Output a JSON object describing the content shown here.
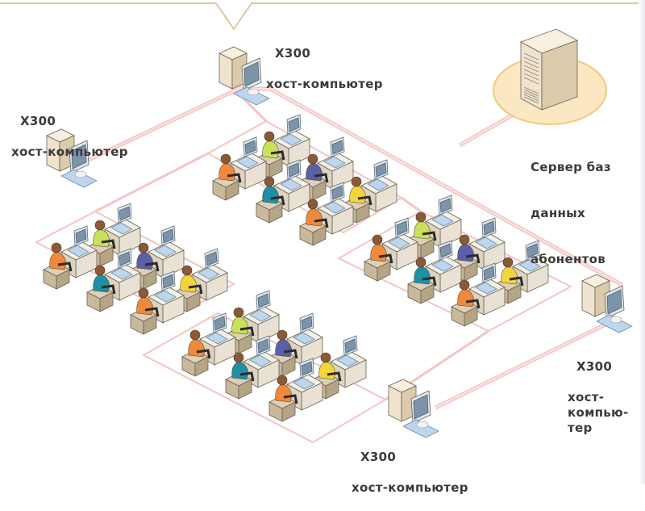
{
  "diagram": {
    "colors": {
      "cable": "#f4c4c4",
      "cable_inner": "#fbe3e3",
      "callout_border": "#dcc9a4",
      "server_halo": "#fbe7c2",
      "server_halo_border": "#f0c97a",
      "case": "#efe3cf",
      "case_side": "#dccbaa",
      "monitor_screen": "#7d93a8",
      "keyboard": "#bcd6ee",
      "desk": "#e9e2d4",
      "seat": "#c9b89c",
      "text": "#3a3a3a"
    },
    "hosts": [
      {
        "id": "host-top",
        "model": "X300",
        "role": "хост-компьютер"
      },
      {
        "id": "host-left",
        "model": "X300",
        "role": "хост-компьютер"
      },
      {
        "id": "host-right",
        "model": "X300",
        "role": "хост-\nкомпью-\nтер"
      },
      {
        "id": "host-bottom",
        "model": "X300",
        "role": "хост-компьютер"
      }
    ],
    "server": {
      "label_line1": "Сервер баз",
      "label_line2": "данных",
      "label_line3": "абонентов"
    },
    "clusters": [
      {
        "id": "cluster-top",
        "workstations": 6
      },
      {
        "id": "cluster-left",
        "workstations": 6
      },
      {
        "id": "cluster-right",
        "workstations": 6
      },
      {
        "id": "cluster-bottom",
        "workstations": 6
      }
    ],
    "operator_shirt_colors": [
      "#c9e05a",
      "#5a5fa8",
      "#f2d53c",
      "#ef8a3c",
      "#1f8fa8",
      "#ef8a3c"
    ]
  }
}
